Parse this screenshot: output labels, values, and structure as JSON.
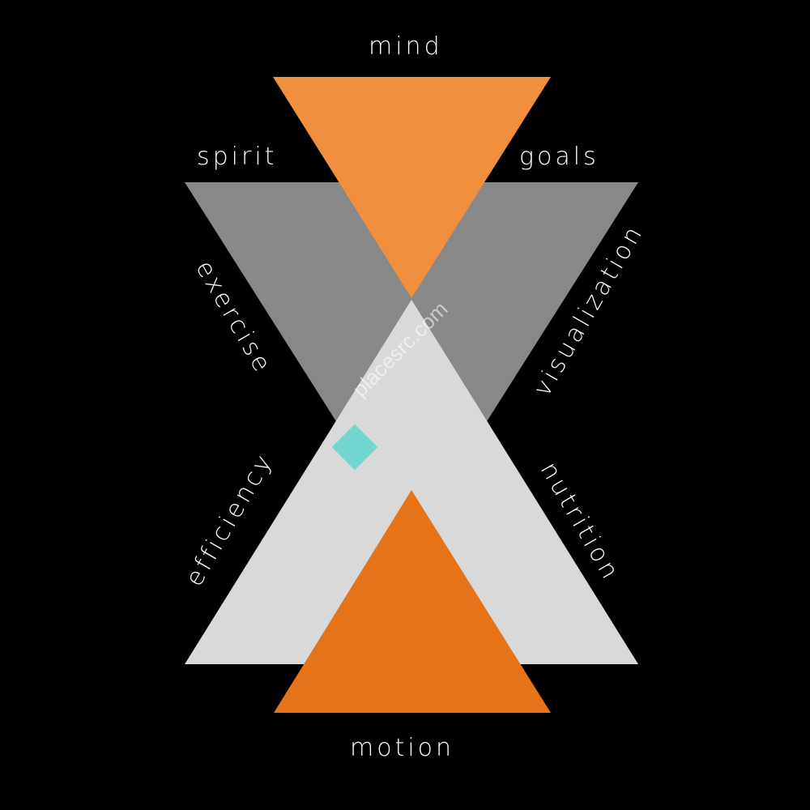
{
  "labels": {
    "mind": "mind",
    "spirit": "spirit",
    "goals": "goals",
    "exercise": "exercise",
    "visualization": "visualization",
    "efficiency": "efficiency",
    "nutrition": "nutrition",
    "motion": "motion"
  },
  "watermark": "placesrc.com",
  "colors": {
    "background": "#000000",
    "top_triangle": "#F0903F",
    "bottom_triangle": "#E5731A",
    "dark_gray": "#888888",
    "light_gray": "#D9D9D9"
  }
}
